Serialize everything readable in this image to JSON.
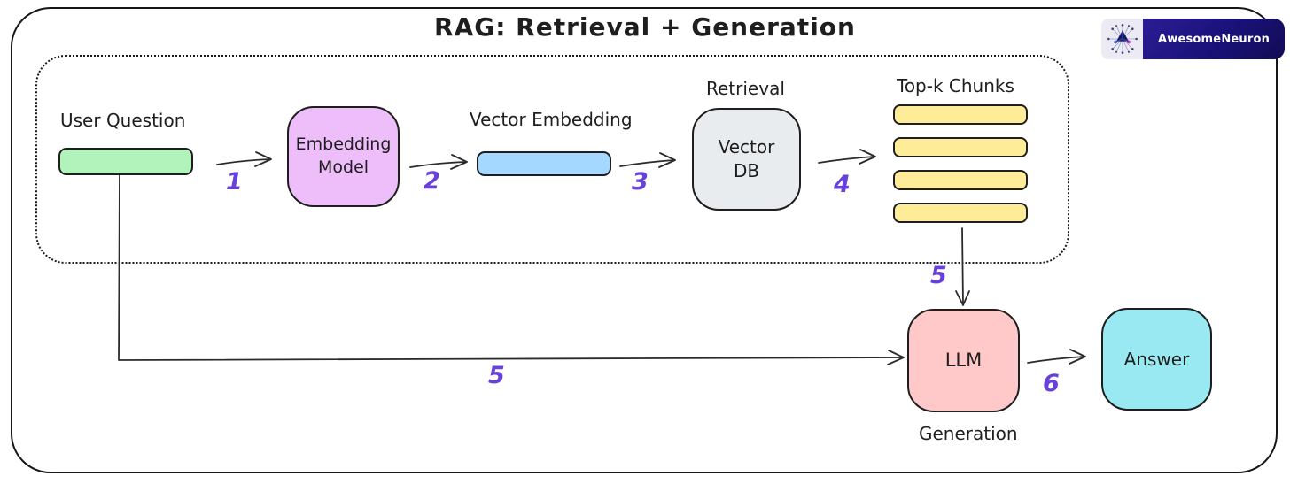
{
  "title": "RAG: Retrieval + Generation",
  "brand": {
    "name": "AwesomeNeuron"
  },
  "nodes": {
    "user_question": {
      "label": "User Question"
    },
    "embedding_model": {
      "label": "Embedding Model"
    },
    "vector_embedding": {
      "label": "Vector Embedding"
    },
    "vector_db": {
      "label": "Vector DB",
      "section_label": "Retrieval"
    },
    "top_k_chunks": {
      "label": "Top-k Chunks",
      "chunk_count": 4
    },
    "llm": {
      "label": "LLM",
      "section_label": "Generation"
    },
    "answer": {
      "label": "Answer"
    }
  },
  "steps": {
    "step1": "1",
    "step2": "2",
    "step3": "3",
    "step4": "4",
    "step5_chunks_to_llm": "5",
    "step5_question_to_llm": "5",
    "step6": "6"
  },
  "colors": {
    "user_question_fill": "#b2f2bb",
    "embedding_model_fill": "#eebefa",
    "vector_embedding_fill": "#a5d8ff",
    "vector_db_fill": "#e9ecef",
    "chunk_fill": "#ffec99",
    "llm_fill": "#ffc9c9",
    "answer_fill": "#99e9f2",
    "step_label": "#6741d9",
    "stroke": "#1e1e1e",
    "brand_bg": "#1a1178"
  }
}
